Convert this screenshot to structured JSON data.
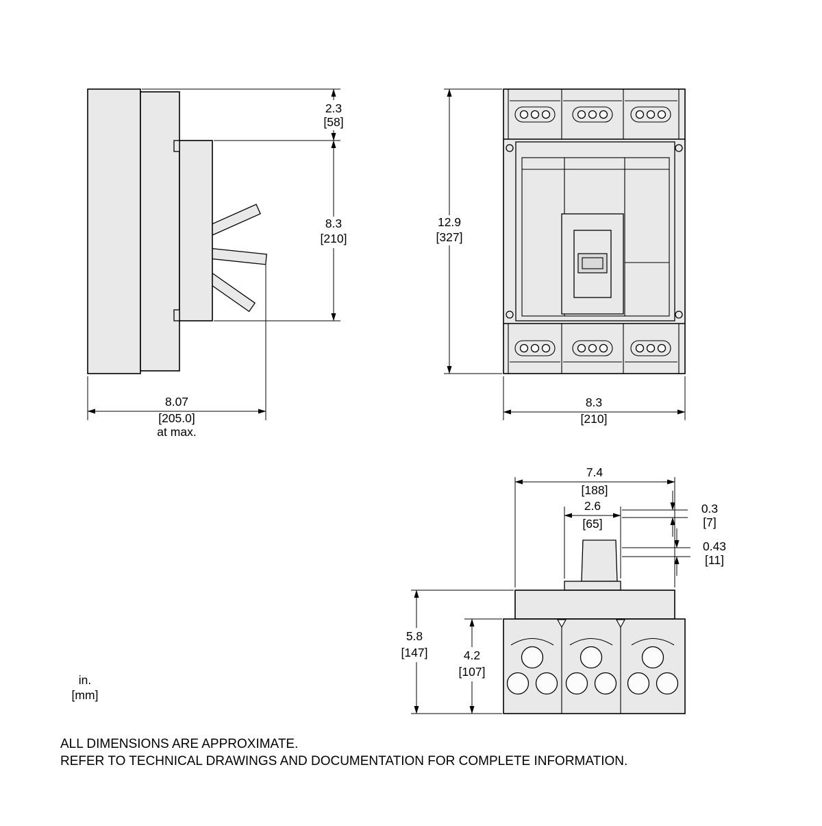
{
  "colors": {
    "background": "#ffffff",
    "line": "#000000",
    "part_fill": "#e9e9e9"
  },
  "units_note": {
    "line1": "in.",
    "line2": "[mm]"
  },
  "footer": {
    "line1": "ALL DIMENSIONS ARE APPROXIMATE.",
    "line2": "REFER TO TECHNICAL DRAWINGS AND DOCUMENTATION FOR COMPLETE INFORMATION."
  },
  "side_view": {
    "handle_clearance": {
      "in": "2.3",
      "mm": "[58]"
    },
    "body_height": {
      "in": "8.3",
      "mm": "[210]"
    },
    "depth": {
      "in": "8.07",
      "mm": "[205.0]",
      "note": "at max."
    }
  },
  "front_view": {
    "height": {
      "in": "12.9",
      "mm": "[327]"
    },
    "width": {
      "in": "8.3",
      "mm": "[210]"
    }
  },
  "bottom_view": {
    "width": {
      "in": "7.4",
      "mm": "[188]"
    },
    "escutcheon_width": {
      "in": "2.6",
      "mm": "[65]"
    },
    "handle_offset": {
      "in": "0.3",
      "mm": "[7]"
    },
    "escutcheon_height": {
      "in": "0.43",
      "mm": "[11]"
    },
    "depth": {
      "in": "5.8",
      "mm": "[147]"
    },
    "terminal_depth": {
      "in": "4.2",
      "mm": "[107]"
    }
  }
}
